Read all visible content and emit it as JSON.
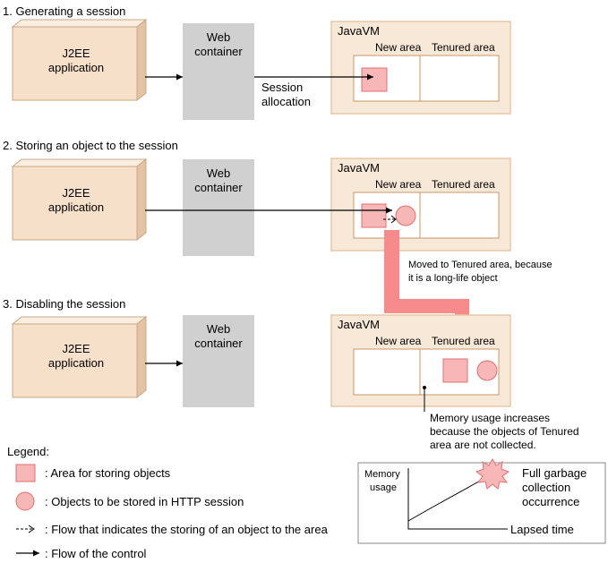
{
  "colors": {
    "box_fill": "#f7e0c9",
    "box_edge": "#d8b896",
    "box_side": "#e3c3a3",
    "container_fill": "#d0d0d0",
    "jvm_fill": "#f8e8d8",
    "jvm_edge": "#e8c8a8",
    "object_fill": "#f7b7b7",
    "object_edge": "#e07070",
    "big_arrow": "#f78a8a",
    "line": "#000000"
  },
  "steps": [
    {
      "title": "1. Generating a session",
      "app_line1": "J2EE",
      "app_line2": "application",
      "container_line1": "Web",
      "container_line2": "container",
      "jvm": "JavaVM",
      "new_area": "New area",
      "tenured_area": "Tenured area"
    },
    {
      "title": "2. Storing an object to the session",
      "app_line1": "J2EE",
      "app_line2": "application",
      "container_line1": "Web",
      "container_line2": "container",
      "jvm": "JavaVM",
      "new_area": "New area",
      "tenured_area": "Tenured area"
    },
    {
      "title": "3. Disabling the session",
      "app_line1": "J2EE",
      "app_line2": "application",
      "container_line1": "Web",
      "container_line2": "container",
      "jvm": "JavaVM",
      "new_area": "New area",
      "tenured_area": "Tenured area"
    }
  ],
  "session_allocation": {
    "line1": "Session",
    "line2": "allocation"
  },
  "moved_note": {
    "line1": "Moved to Tenured area, because",
    "line2": "it is a long-life object"
  },
  "memory_note": {
    "line1": "Memory usage increases",
    "line2": "because the objects of Tenured",
    "line3": "area are not collected."
  },
  "graph": {
    "ylabel_line1": "Memory",
    "ylabel_line2": "usage",
    "event_line1": "Full garbage",
    "event_line2": "collection",
    "event_line3": "occurrence",
    "xlabel": "Lapsed time"
  },
  "legend": {
    "title": "Legend:",
    "items": [
      {
        "icon": "square-icon",
        "text": ": Area for storing objects"
      },
      {
        "icon": "circle-icon",
        "text": ": Objects to be stored in HTTP session"
      },
      {
        "icon": "dashed-arrow-icon",
        "text": ": Flow that indicates the storing of an object to the area"
      },
      {
        "icon": "solid-arrow-icon",
        "text": ": Flow of the control"
      }
    ]
  }
}
